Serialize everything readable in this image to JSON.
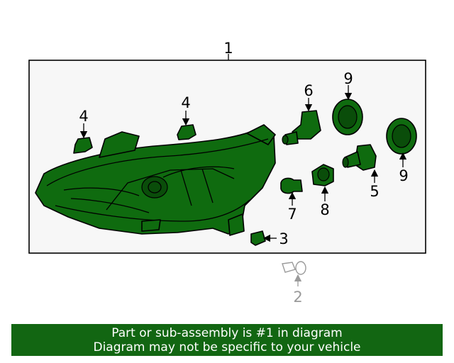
{
  "diagram": {
    "callouts": [
      "1",
      "2",
      "3",
      "4",
      "4",
      "5",
      "6",
      "7",
      "8",
      "9",
      "9"
    ],
    "part_color": "#0f6b0f",
    "inactive_color": "#9a9a9a"
  },
  "banner": {
    "background": "#126612",
    "line1": "Part or sub-assembly is #1 in diagram",
    "line2": "Diagram may not be specific to your vehicle"
  }
}
